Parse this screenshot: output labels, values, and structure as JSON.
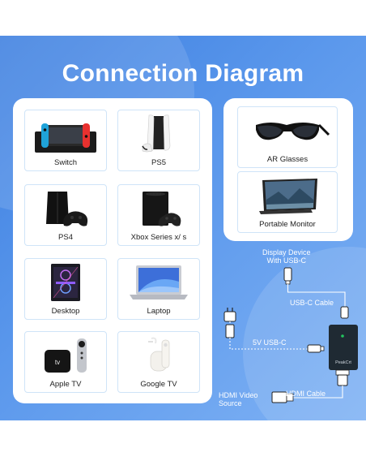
{
  "title": "Connection Diagram",
  "sources": [
    {
      "label": "Switch",
      "icon": "nintendo-switch-icon"
    },
    {
      "label": "PS5",
      "icon": "ps5-console-icon"
    },
    {
      "label": "PS4",
      "icon": "ps4-console-icon"
    },
    {
      "label": "Xbox Series x/ s",
      "icon": "xbox-series-icon"
    },
    {
      "label": "Desktop",
      "icon": "desktop-pc-icon"
    },
    {
      "label": "Laptop",
      "icon": "laptop-icon"
    },
    {
      "label": "Apple TV",
      "icon": "apple-tv-icon"
    },
    {
      "label": "Google TV",
      "icon": "google-tv-icon"
    }
  ],
  "displays": [
    {
      "label": "AR Glasses",
      "icon": "ar-glasses-icon"
    },
    {
      "label": "Portable Monitor",
      "icon": "portable-monitor-icon"
    }
  ],
  "diagram": {
    "display_device_label": "Display Device\nWith USB-C",
    "usbc_cable_label": "USB-C Cable",
    "power_label": "5V USB-C",
    "hdmi_source_label": "HDMI Video\nSource",
    "hdmi_cable_label": "HDMI Cable",
    "adapter_brand": "PeakCrt"
  },
  "colors": {
    "banner_start": "#3d7fe0",
    "banner_end": "#7fb2f4",
    "card_border": "#cfe4f8",
    "adapter": "#1f2a33",
    "led": "#22c55e"
  }
}
